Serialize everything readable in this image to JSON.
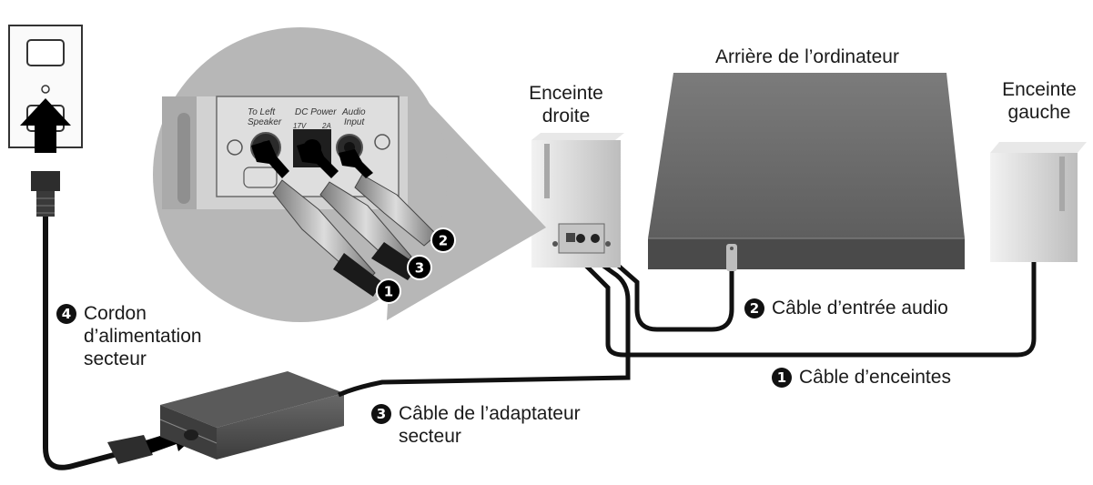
{
  "labels": {
    "computer": "Arrière de l’ordinateur",
    "right_speaker_line1": "Enceinte",
    "right_speaker_line2": "droite",
    "left_speaker_line1": "Enceinte",
    "left_speaker_line2": "gauche",
    "power_cord_line1": "Cordon",
    "power_cord_line2": "d’alimentation",
    "power_cord_line3": "secteur",
    "audio_cable": "Câble d’entrée audio",
    "speaker_cable": "Câble d’enceintes",
    "adapter_cable_line1": "Câble de l’adaptateur",
    "adapter_cable_line2": "secteur"
  },
  "callout_numbers": {
    "one": "1",
    "two": "2",
    "three": "3",
    "four": "4"
  },
  "panel": {
    "left_speaker": "To Left",
    "left_speaker_2": "Speaker",
    "dc_power": "DC Power",
    "voltage": "17V",
    "current": "2A",
    "audio": "Audio",
    "audio_2": "Input"
  },
  "colors": {
    "computer": "#6f6f6f",
    "speaker": "#d6d6d6",
    "callout": "#b5b5b5",
    "cable": "#111111"
  }
}
